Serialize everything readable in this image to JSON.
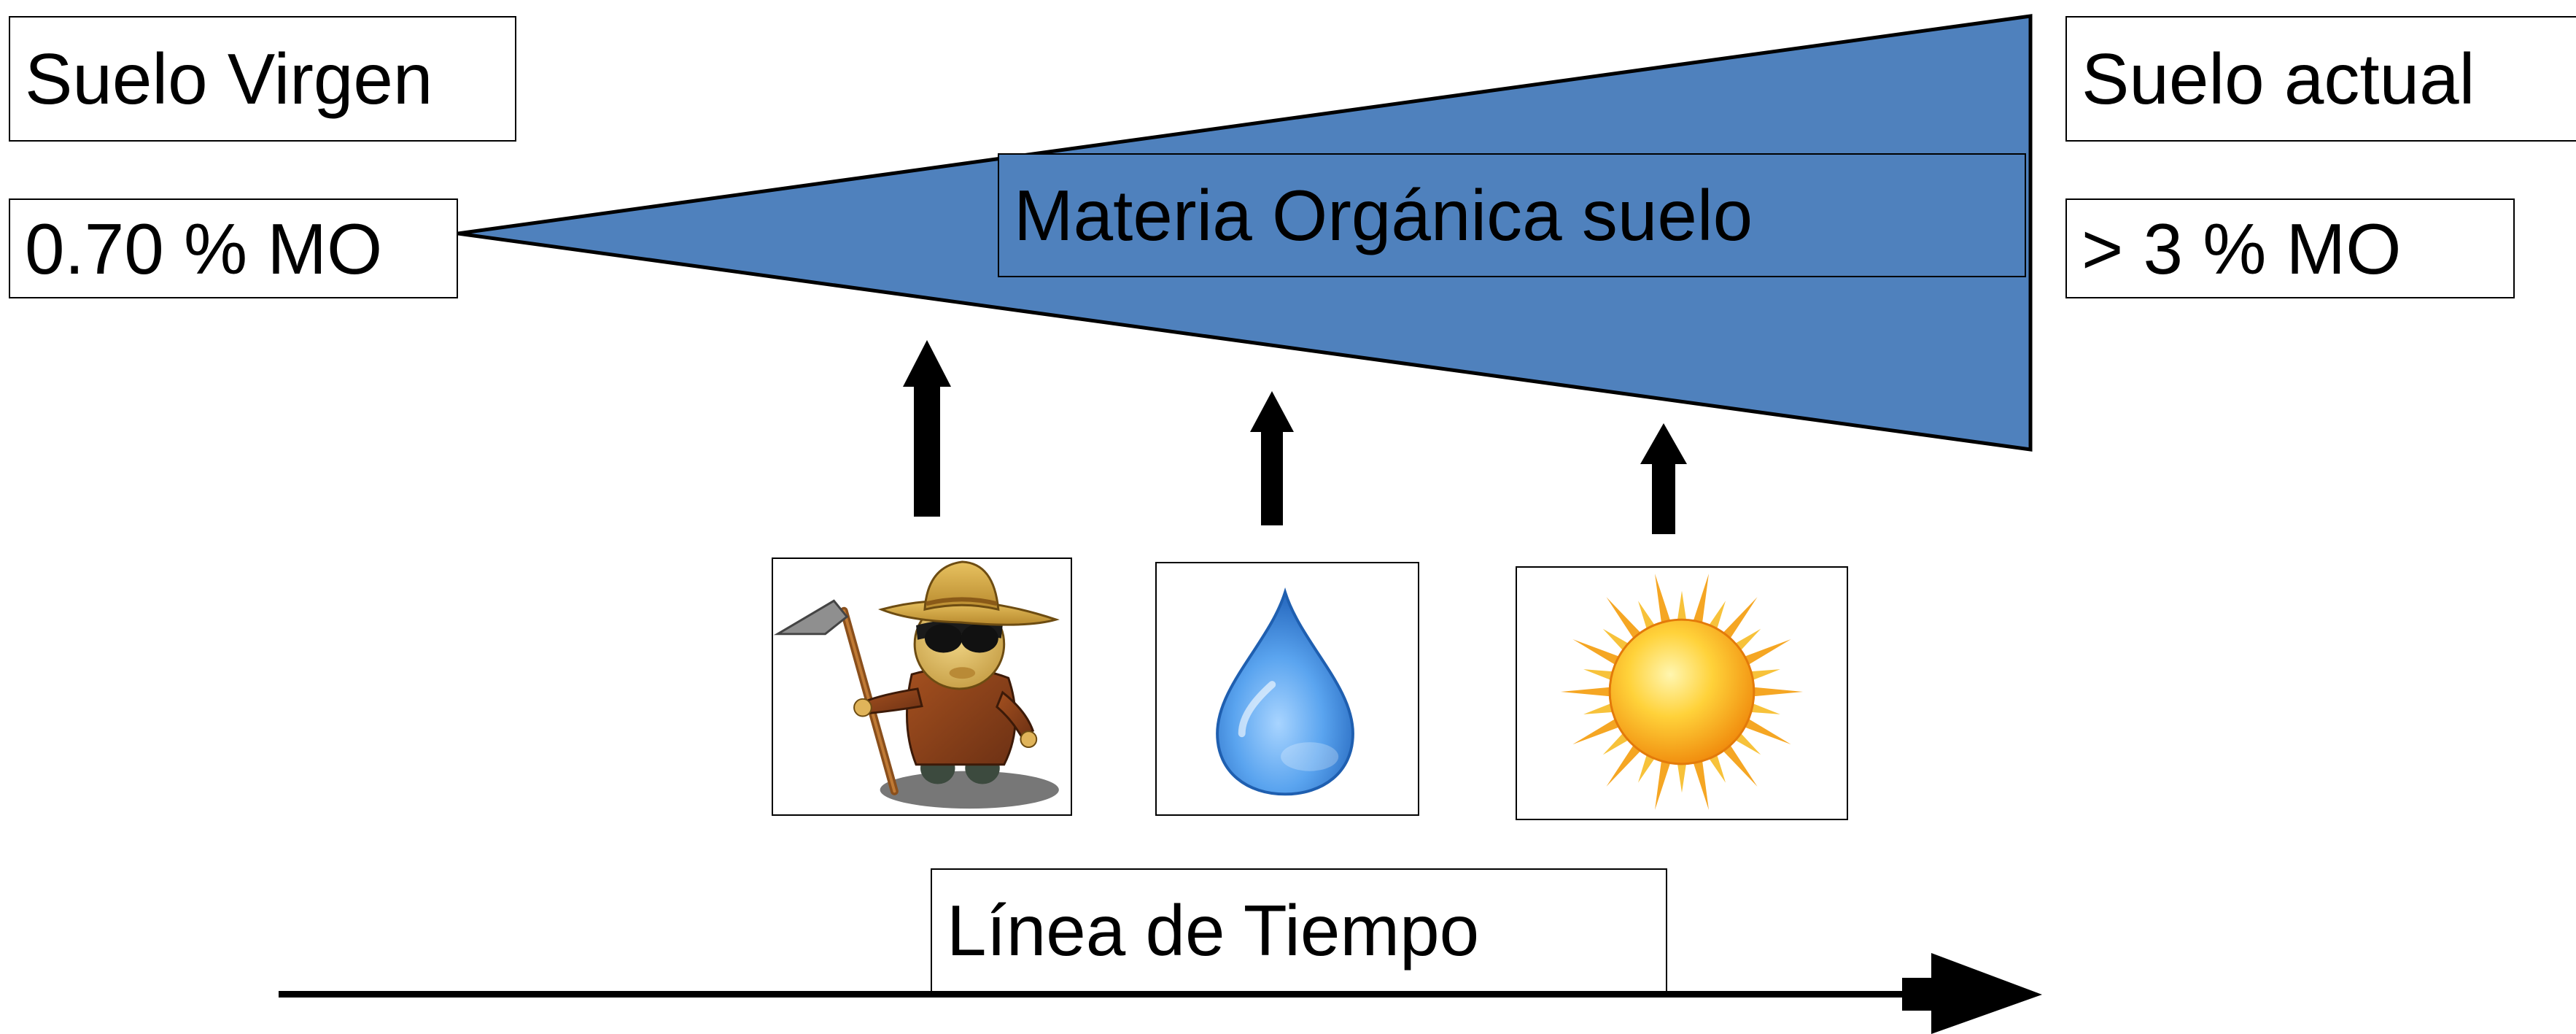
{
  "diagram": {
    "left": {
      "title": "Suelo Virgen",
      "value": "0.70 % MO"
    },
    "right": {
      "title": "Suelo actual",
      "value": "> 3 % MO"
    },
    "wedge_label": "Materia Orgánica suelo",
    "timeline_label": "Línea de Tiempo",
    "colors": {
      "wedge": "#4f81bd",
      "arrows": "#000000"
    },
    "factors": [
      {
        "icon": "farmer-with-hoe-icon"
      },
      {
        "icon": "water-drop-icon"
      },
      {
        "icon": "sun-icon"
      }
    ]
  }
}
